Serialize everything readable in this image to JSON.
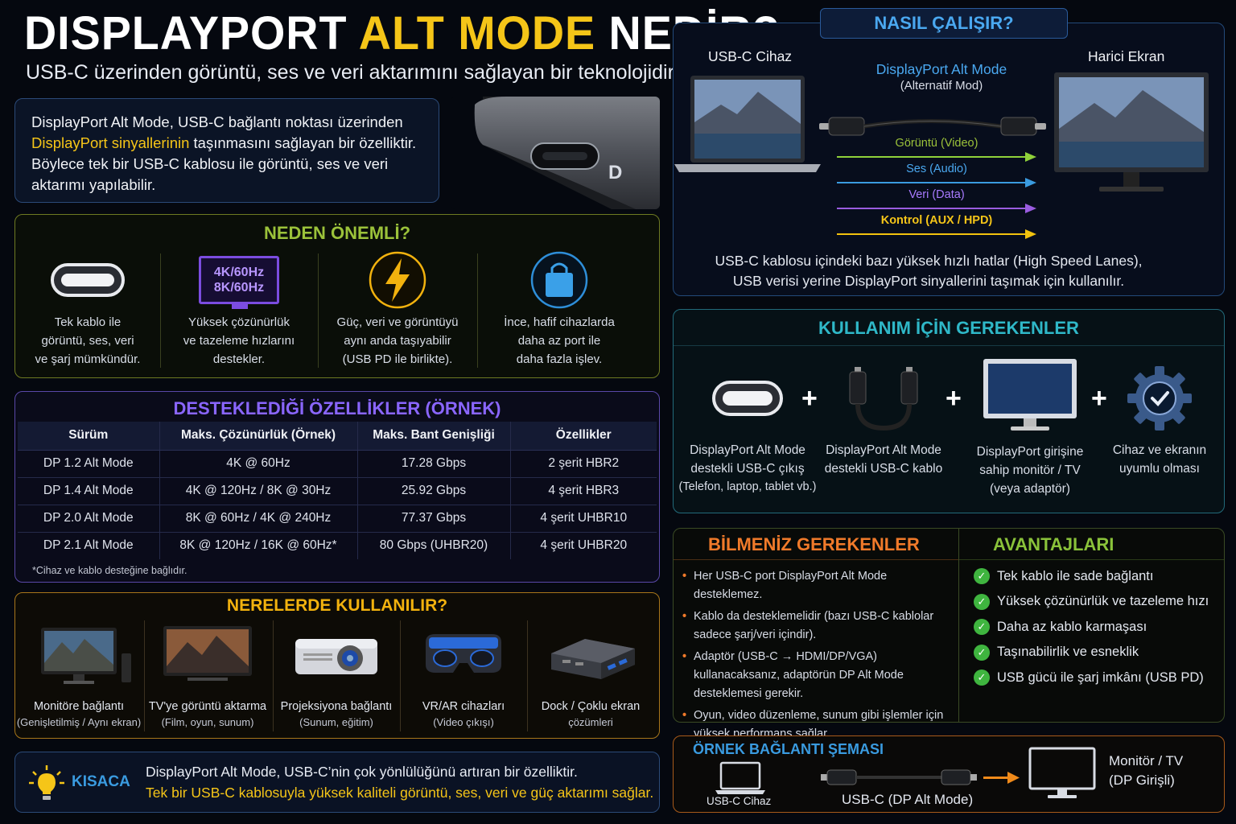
{
  "header": {
    "title_part1": "DISPLAYPORT ",
    "title_part2": "ALT MODE",
    "title_part3": " NEDİR?",
    "subtitle": "USB-C üzerinden görüntü, ses ve veri aktarımını sağlayan bir teknolojidir."
  },
  "intro": {
    "line1": "DisplayPort Alt Mode, USB-C bağlantı noktası üzerinden",
    "line2_highlight": "DisplayPort sinyallerinin",
    "line2_rest": " taşınmasını sağlayan bir özelliktir.",
    "line3": "Böylece tek bir USB-C kablosu ile görüntü, ses ve veri",
    "line4": "aktarımı yapılabilir.",
    "port_logo": "D"
  },
  "why": {
    "title": "NEDEN ÖNEMLİ?",
    "monitor_text_1": "4K/60Hz",
    "monitor_text_2": "8K/60Hz",
    "items": [
      {
        "icon": "usb-c-port-icon",
        "line1": "Tek kablo ile",
        "line2": "görüntü, ses, veri",
        "line3": "ve şarj mümkündür."
      },
      {
        "icon": "monitor-resolution-icon",
        "line1": "Yüksek çözünürlük",
        "line2": "ve tazeleme hızlarını",
        "line3": "destekler."
      },
      {
        "icon": "lightning-icon",
        "line1": "Güç, veri ve görüntüyü",
        "line2": "aynı anda taşıyabilir",
        "line3": "(USB PD ile birlikte)."
      },
      {
        "icon": "shopping-bag-icon",
        "line1": "İnce, hafif cihazlarda",
        "line2": "daha az port ile",
        "line3": "daha fazla işlev."
      }
    ]
  },
  "features": {
    "title": "DESTEKLEDİĞİ ÖZELLİKLER (ÖRNEK)",
    "headers": [
      "Sürüm",
      "Maks. Çözünürlük (Örnek)",
      "Maks. Bant Genişliği",
      "Özellikler"
    ],
    "rows": [
      [
        "DP 1.2 Alt Mode",
        "4K @ 60Hz",
        "17.28 Gbps",
        "2 şerit HBR2"
      ],
      [
        "DP 1.4 Alt Mode",
        "4K @ 120Hz / 8K @ 30Hz",
        "25.92 Gbps",
        "4 şerit HBR3"
      ],
      [
        "DP 2.0 Alt Mode",
        "8K @ 60Hz / 4K @ 240Hz",
        "77.37 Gbps",
        "4 şerit UHBR10"
      ],
      [
        "DP 2.1 Alt Mode",
        "8K @ 120Hz / 16K @ 60Hz*",
        "80 Gbps (UHBR20)",
        "4 şerit UHBR20"
      ]
    ],
    "footnote": "*Cihaz ve kablo desteğine bağlıdır."
  },
  "uses": {
    "title": "NERELERDE KULLANILIR?",
    "items": [
      {
        "icon": "monitor-icon",
        "label": "Monitöre bağlantı",
        "sub": "(Genişletilmiş / Aynı ekran)"
      },
      {
        "icon": "tv-icon",
        "label": "TV'ye görüntü aktarma",
        "sub": "(Film, oyun, sunum)"
      },
      {
        "icon": "projector-icon",
        "label": "Projeksiyona bağlantı",
        "sub": "(Sunum, eğitim)"
      },
      {
        "icon": "vr-headset-icon",
        "label": "VR/AR cihazları",
        "sub": "(Video çıkışı)"
      },
      {
        "icon": "dock-icon",
        "label": "Dock / Çoklu ekran",
        "sub": "çözümleri"
      }
    ]
  },
  "summary": {
    "label": "KISACA",
    "line1": "DisplayPort Alt Mode, USB-C’nin çok yönlülüğünü artıran bir özelliktir.",
    "line2": "Tek bir USB-C kablosuyla yüksek kaliteli görüntü, ses, veri ve güç aktarımı sağlar."
  },
  "how": {
    "title": "NASIL ÇALIŞIR?",
    "device_label": "USB-C Cihaz",
    "mode_label": "DisplayPort Alt Mode",
    "mode_sub": "(Alternatif Mod)",
    "display_label": "Harici Ekran",
    "flows": [
      {
        "label": "Görüntü (Video)",
        "color": "#8fd13a"
      },
      {
        "label": "Ses (Audio)",
        "color": "#3a9be0"
      },
      {
        "label": "Veri (Data)",
        "color": "#9a5ce0"
      },
      {
        "label": "Kontrol (AUX / HPD)",
        "color": "#f2c20e"
      }
    ],
    "note_line1": "USB-C kablosu içindeki bazı yüksek hızlı hatlar (High Speed Lanes),",
    "note_line2": "USB verisi yerine DisplayPort sinyallerini taşımak için kullanılır."
  },
  "requirements": {
    "title": "KULLANIM İÇİN GEREKENLER",
    "plus": "+",
    "items": [
      {
        "icon": "usb-c-port-icon",
        "line1": "DisplayPort Alt Mode",
        "line2": "destekli USB-C çıkış",
        "line3": "(Telefon, laptop, tablet vb.)"
      },
      {
        "icon": "usb-c-cable-icon",
        "line1": "DisplayPort Alt Mode",
        "line2": "destekli USB-C kablo",
        "line3": ""
      },
      {
        "icon": "monitor-icon",
        "line1": "DisplayPort girişine",
        "line2": "sahip monitör / TV",
        "line3": "(veya adaptör)"
      },
      {
        "icon": "gear-check-icon",
        "line1": "Cihaz ve ekranın",
        "line2": "uyumlu olması",
        "line3": ""
      }
    ]
  },
  "know": {
    "title": "BİLMENİZ GEREKENLER",
    "items": [
      "Her USB-C port DisplayPort Alt Mode desteklemez.",
      "Kablo da desteklemelidir (bazı USB-C kablolar sadece şarj/veri içindir).",
      "Adaptör (USB-C → HDMI/DP/VGA) kullanacaksanız, adaptörün DP Alt Mode desteklemesi gerekir.",
      "Oyun, video düzenleme, sunum gibi işlemler için yüksek performans sağlar."
    ]
  },
  "advantages": {
    "title": "AVANTAJLARI",
    "items": [
      "Tek kablo ile sade bağlantı",
      "Yüksek çözünürlük ve tazeleme hızı",
      "Daha az kablo karmaşası",
      "Taşınabilirlik ve esneklik",
      "USB gücü ile şarj imkânı (USB PD)"
    ]
  },
  "example": {
    "title": "ÖRNEK BAĞLANTI ŞEMASI",
    "device_label": "USB-C Cihaz",
    "cable_label": "USB-C (DP Alt Mode)",
    "monitor_line1": "Monitör / TV",
    "monitor_line2": "(DP Girişli)"
  },
  "colors": {
    "yellow": "#f5c518",
    "green_panel": "#8a9a2a",
    "purple_panel": "#6a4fc0",
    "orange_panel": "#c98a1a",
    "teal_panel": "#2a8a9a",
    "blue_panel": "#2a5a9a"
  }
}
